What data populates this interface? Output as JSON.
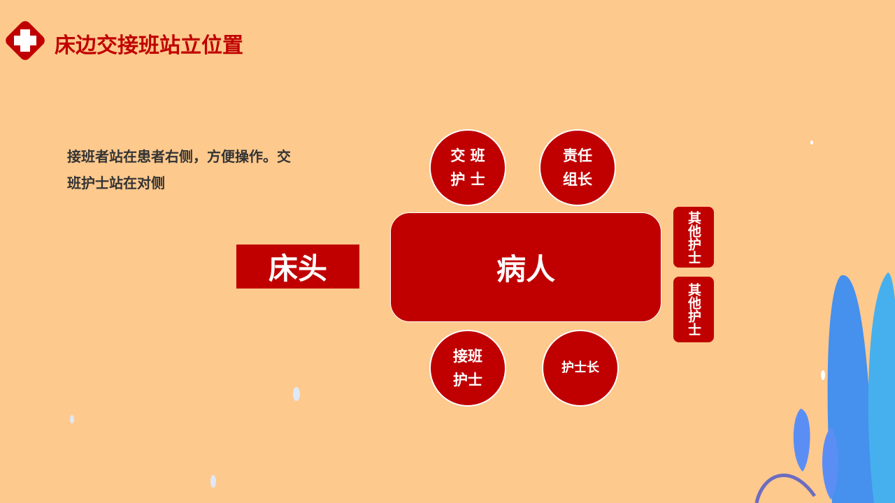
{
  "title": "床边交接班站立位置",
  "description": "接班者站在患者右侧，方便操作。交班护士站在对侧",
  "bed_head": "床头",
  "patient": "病人",
  "circles": [
    {
      "line1": "交 班",
      "line2": "护 士"
    },
    {
      "line1": "责任",
      "line2": "组长"
    },
    {
      "line1": "接班",
      "line2": "护士"
    },
    {
      "line1": "护士长",
      "line2": ""
    }
  ],
  "side_boxes": [
    "其他护士",
    "其他护士"
  ],
  "colors": {
    "background": "#FEC98D",
    "accent": "#C00000"
  }
}
